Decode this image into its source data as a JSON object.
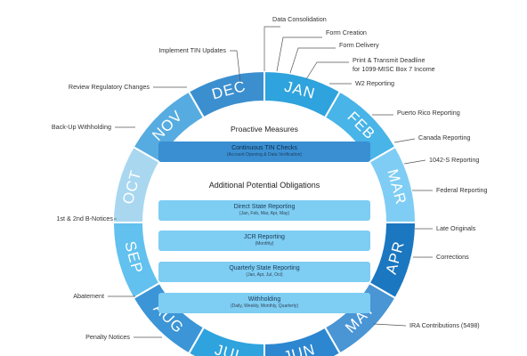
{
  "months": [
    {
      "id": "jan",
      "label": "JAN",
      "color": "#2ea3dd"
    },
    {
      "id": "feb",
      "label": "FEB",
      "color": "#48b4e8"
    },
    {
      "id": "mar",
      "label": "MAR",
      "color": "#7fcdf4"
    },
    {
      "id": "apr",
      "label": "APR",
      "color": "#1b77c0"
    },
    {
      "id": "may",
      "label": "MAY",
      "color": "#4a95d4"
    },
    {
      "id": "jun",
      "label": "JUN",
      "color": "#2d87d0"
    },
    {
      "id": "jul",
      "label": "JUL",
      "color": "#2ea3dd"
    },
    {
      "id": "aug",
      "label": "AUG",
      "color": "#3b95d6"
    },
    {
      "id": "sep",
      "label": "SEP",
      "color": "#62c1ee"
    },
    {
      "id": "oct",
      "label": "OCT",
      "color": "#a9d7f0"
    },
    {
      "id": "nov",
      "label": "NOV",
      "color": "#56ace0"
    },
    {
      "id": "dec",
      "label": "DEC",
      "color": "#3c8fcf"
    }
  ],
  "callouts_right": [
    {
      "id": "data-consolidation",
      "lines": [
        "Data Consolidation"
      ]
    },
    {
      "id": "form-creation",
      "lines": [
        "Form Creation"
      ]
    },
    {
      "id": "form-delivery",
      "lines": [
        "Form Delivery"
      ]
    },
    {
      "id": "print-transmit",
      "lines": [
        "Print & Transmit Deadline",
        "for 1099-MISC Box 7 Income"
      ]
    },
    {
      "id": "w2-reporting",
      "lines": [
        "W2 Reporting"
      ]
    },
    {
      "id": "puerto-rico",
      "lines": [
        "Puerto Rico Reporting"
      ]
    },
    {
      "id": "canada",
      "lines": [
        "Canada Reporting"
      ]
    },
    {
      "id": "1042s",
      "lines": [
        "1042-S Reporting"
      ]
    },
    {
      "id": "federal",
      "lines": [
        "Federal Reporting"
      ]
    },
    {
      "id": "late-originals",
      "lines": [
        "Late Originals"
      ]
    },
    {
      "id": "corrections",
      "lines": [
        "Corrections"
      ]
    },
    {
      "id": "ira-contributions",
      "lines": [
        "IRA Contributions (5498)"
      ]
    }
  ],
  "callouts_left": [
    {
      "id": "implement-tin",
      "lines": [
        "Implement TIN Updates"
      ]
    },
    {
      "id": "review-regulatory",
      "lines": [
        "Review Regulatory Changes"
      ]
    },
    {
      "id": "backup-withholding",
      "lines": [
        "Back-Up Withholding"
      ]
    },
    {
      "id": "b-notices",
      "lines": [
        "1st & 2nd B-Notices"
      ]
    },
    {
      "id": "abatement",
      "lines": [
        "Abatement"
      ]
    },
    {
      "id": "penalty-notices",
      "lines": [
        "Penalty Notices"
      ]
    }
  ],
  "center": {
    "proactive_title": "Proactive Measures",
    "tin_checks": {
      "title": "Continuous TIN Checks",
      "sub": "(Account Opening & Data Verification)"
    },
    "additional_title": "Additional Potential Obligations",
    "bands": [
      {
        "id": "direct-state",
        "title": "Direct State Reporting",
        "sub": "(Jan, Feb, Mar, Apr, May)"
      },
      {
        "id": "jcr",
        "title": "JCR Reporting",
        "sub": "(Monthly)"
      },
      {
        "id": "quarterly-state",
        "title": "Quarterly State Reporting",
        "sub": "(Jan, Apr, Jul, Oct)"
      },
      {
        "id": "withholding",
        "title": "Withholding",
        "sub": "(Daily, Weekly, Monthly, Quarterly)"
      }
    ]
  },
  "colors": {
    "tin_band": "#3a8fd2",
    "bands": "#7ecdf3",
    "inner_fill": "#ffffff",
    "ring_gap": "#ffffff"
  }
}
